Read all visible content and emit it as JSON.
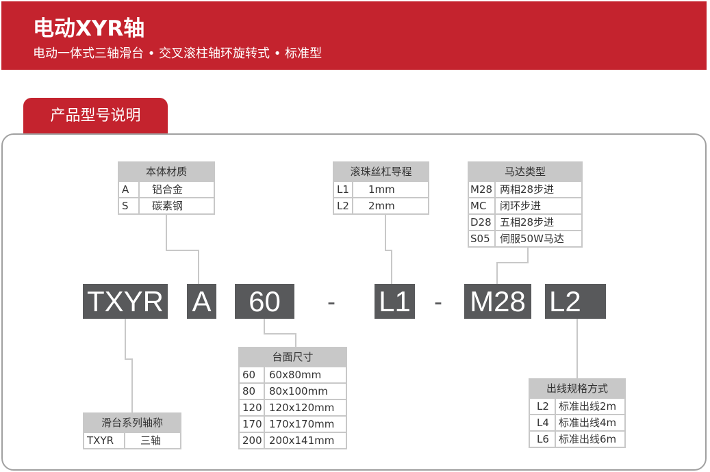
{
  "header": {
    "title": "电动XYR轴",
    "subtitle": "电动一体式三轴滑台 • 交叉滚柱轴环旋转式 • 标准型",
    "accent": "#c4232e"
  },
  "section_tab": "产品型号说明",
  "codes": [
    "TXYR",
    "A",
    "60",
    "-",
    "L1",
    "-",
    "M28",
    "L2"
  ],
  "tables": {
    "material": {
      "title": "本体材质",
      "rows": [
        [
          "A",
          "铝合金"
        ],
        [
          "S",
          "碳素钢"
        ]
      ]
    },
    "lead": {
      "title": "滚珠丝杠导程",
      "rows": [
        [
          "L1",
          "1mm"
        ],
        [
          "L2",
          "2mm"
        ]
      ]
    },
    "motor": {
      "title": "马达类型",
      "rows": [
        [
          "M28",
          "两相28步进"
        ],
        [
          "MC",
          "闭环步进"
        ],
        [
          "D28",
          "五相28步进"
        ],
        [
          "S05",
          "伺服50W马达"
        ]
      ]
    },
    "size": {
      "title": "台面尺寸",
      "rows": [
        [
          "60",
          "60x80mm"
        ],
        [
          "80",
          "80x100mm"
        ],
        [
          "120",
          "120x120mm"
        ],
        [
          "170",
          "170x170mm"
        ],
        [
          "200",
          "200x141mm"
        ]
      ]
    },
    "series": {
      "title": "滑台系列轴称",
      "rows": [
        [
          "TXYR",
          "三轴"
        ]
      ]
    },
    "cable": {
      "title": "出线规格方式",
      "rows": [
        [
          "L2",
          "标准出线2m"
        ],
        [
          "L4",
          "标准出线4m"
        ],
        [
          "L6",
          "标准出线6m"
        ]
      ]
    }
  }
}
